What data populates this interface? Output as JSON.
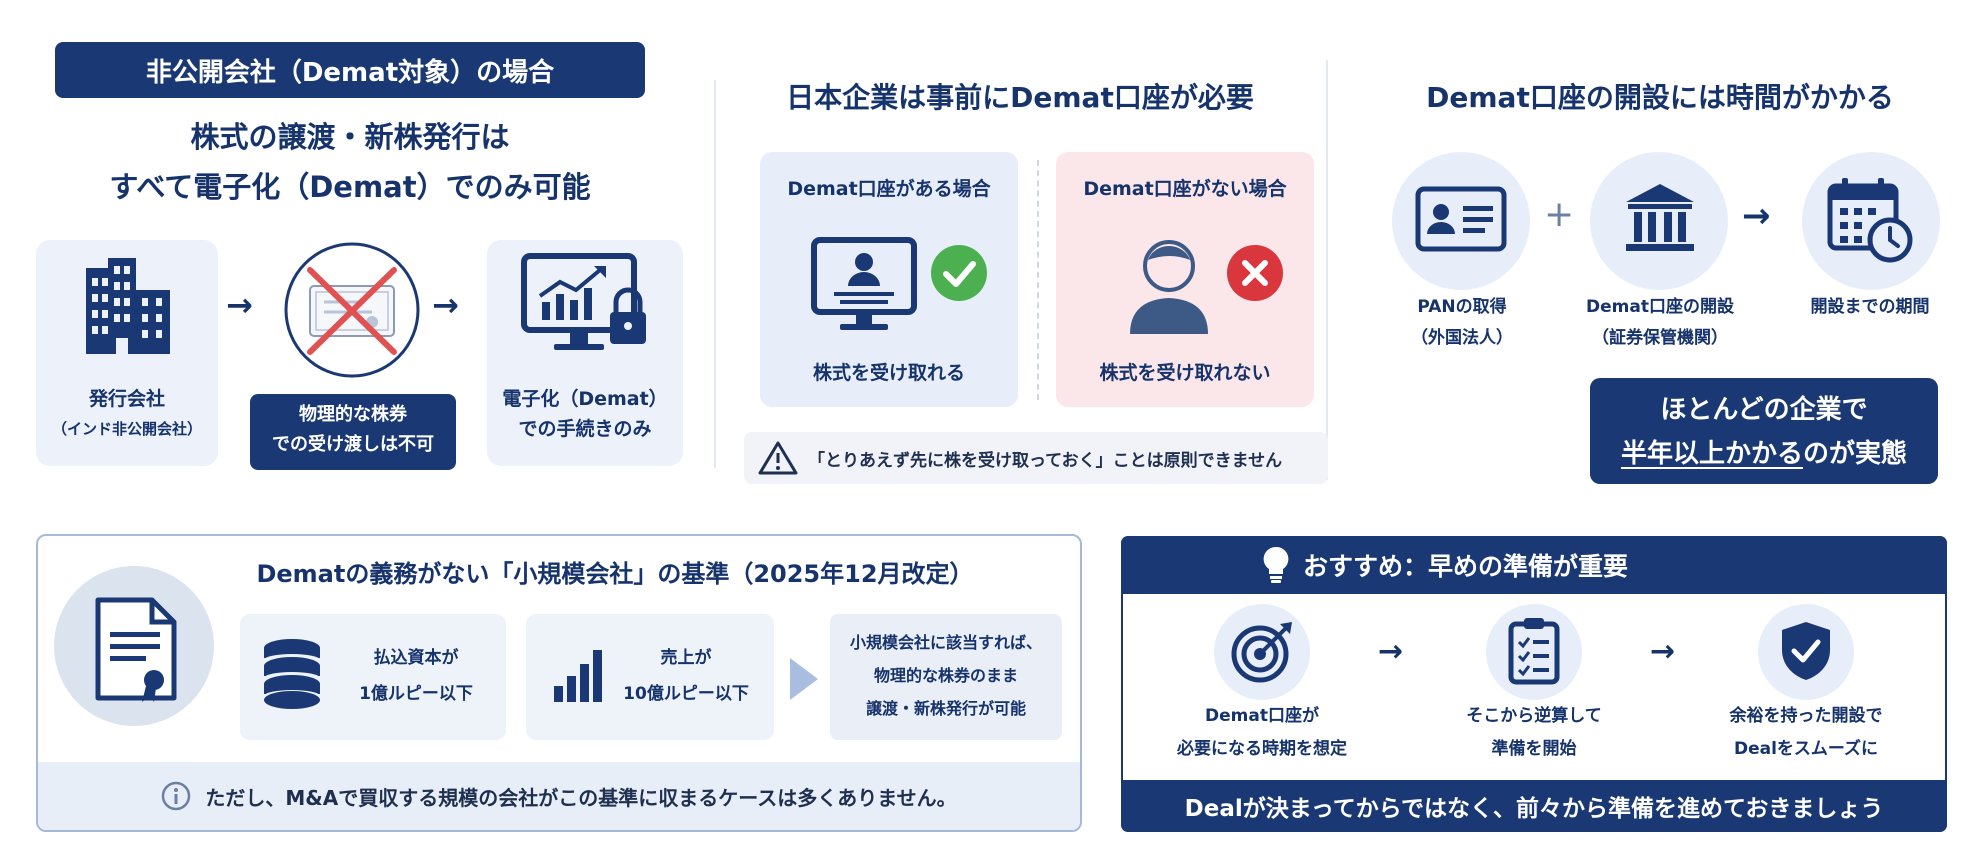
{
  "panel1": {
    "header": "非公開会社（Demat対象）の場合",
    "title_line1": "株式の譲渡・新株発行は",
    "title_line2": "すべて電子化（Demat）でのみ可能",
    "issuer_label": "発行会社",
    "issuer_sub": "（インド非公開会社）",
    "physical_line1": "物理的な株券",
    "physical_line2": "での受け渡しは不可",
    "demat_line1": "電子化（Demat）",
    "demat_line2": "での手続きのみ"
  },
  "panel2": {
    "title": "日本企業は事前にDemat口座が必要",
    "with_account_title": "Demat口座がある場合",
    "with_account_result": "株式を受け取れる",
    "without_account_title": "Demat口座がない場合",
    "without_account_result": "株式を受け取れない",
    "warning": "「とりあえず先に株を受け取っておく」ことは原則できません"
  },
  "panel3": {
    "title": "Demat口座の開設には時間がかかる",
    "step1_line1": "PANの取得",
    "step1_line2": "（外国法人）",
    "step2_line1": "Demat口座の開設",
    "step2_line2": "（証券保管機関）",
    "step3": "開設までの期間",
    "plus": "+",
    "arrow": "→",
    "box_line1": "ほとんどの企業で",
    "box_underlined": "半年以上かかる",
    "box_suffix": "のが実態"
  },
  "panel4": {
    "title": "Dematの義務がない「小規模会社」の基準（2025年12月改定）",
    "criterion1_line1": "払込資本が",
    "criterion1_line2": "1億ルピー以下",
    "criterion2_line1": "売上が",
    "criterion2_line2": "10億ルピー以下",
    "result_line1": "小規模会社に該当すれば、",
    "result_line2": "物理的な株券のまま",
    "result_line3": "譲渡・新株発行が可能",
    "note": "ただし、M&Aで買収する規模の会社がこの基準に収まるケースは多くありません。"
  },
  "panel5": {
    "header": "おすすめ：早めの準備が重要",
    "step1_line1": "Demat口座が",
    "step1_line2": "必要になる時期を想定",
    "step2_line1": "そこから逆算して",
    "step2_line2": "準備を開始",
    "step3_line1": "余裕を持った開設で",
    "step3_line2": "Dealをスムーズに",
    "footer": "Dealが決まってからではなく、前々から準備を進めておきましょう"
  },
  "colors": {
    "navy": "#1a3873",
    "light_blue_card": "#e8eef9",
    "light_red_card": "#fbe7ea",
    "green_check": "#4caf50",
    "red_cross": "#d9363e",
    "red_strike": "#e05252"
  },
  "icons": [
    "building-icon",
    "certificate-crossed-icon",
    "monitor-chart-lock-icon",
    "monitor-user-icon",
    "check-icon",
    "person-icon",
    "cross-icon",
    "warning-icon",
    "id-card-icon",
    "bank-icon",
    "calendar-clock-icon",
    "document-certificate-icon",
    "coins-stack-icon",
    "bar-chart-icon",
    "chevron-right-icon",
    "lightbulb-icon",
    "target-icon",
    "checklist-icon",
    "shield-check-icon",
    "info-icon"
  ]
}
